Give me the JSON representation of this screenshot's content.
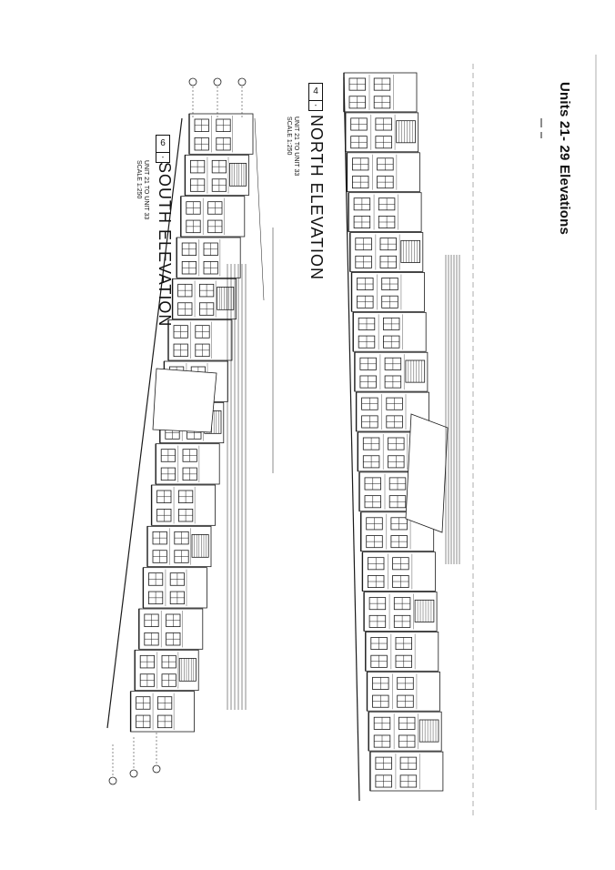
{
  "title": "Units 21- 29 Elevations",
  "north": {
    "number": "4",
    "sheet": "-",
    "name": "NORTH ELEVATION",
    "sub1": "UNIT 21 TO UNIT 33",
    "sub2": "SCALE 1:250"
  },
  "south": {
    "number": "6",
    "sheet": "-",
    "name": "SOUTH ELEVATION",
    "sub1": "UNIT 21 TO UNIT 33",
    "sub2": "SCALE 1:250"
  },
  "colors": {
    "ink": "#1a1a1a",
    "paper": "#ffffff",
    "faint": "#9a9a9a"
  }
}
